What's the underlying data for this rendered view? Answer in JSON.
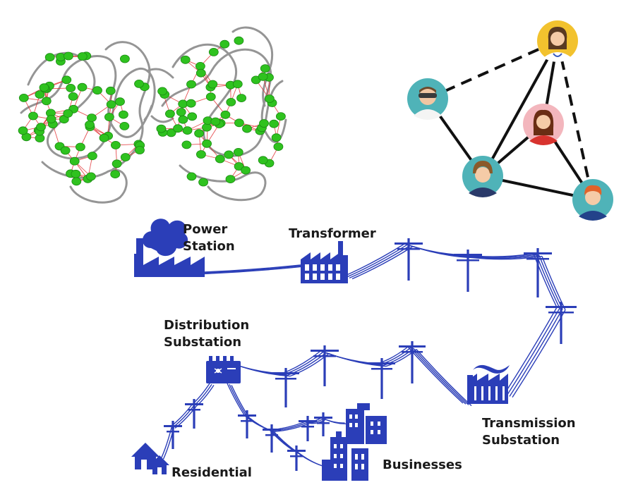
{
  "colors": {
    "grid_blue": "#2b3eb8",
    "protein_node": "#2fc21f",
    "protein_edge": "#e0282a",
    "protein_ribbon": "#8a8a8a",
    "social_edge": "#111111",
    "avatar_teal": "#4fb3b8",
    "avatar_gold": "#f2c22e",
    "avatar_pink": "#f3b6bd"
  },
  "icons": {
    "protein": "protein-network-icon",
    "social": "social-network-icon",
    "power_station": "power-station-icon",
    "transformer": "factory-icon",
    "pole": "utility-pole-icon",
    "distribution_substation": "substation-box-icon",
    "transmission_substation": "substation-factory-icon",
    "residential": "houses-icon",
    "businesses": "office-buildings-icon"
  },
  "labels": {
    "power_station": [
      "Power",
      "Station"
    ],
    "transformer": "Transformer",
    "distribution_substation": [
      "Distribution",
      "Substation"
    ],
    "transmission_substation": [
      "Transmission",
      "Substation"
    ],
    "residential": "Residential",
    "businesses": "Businesses"
  }
}
